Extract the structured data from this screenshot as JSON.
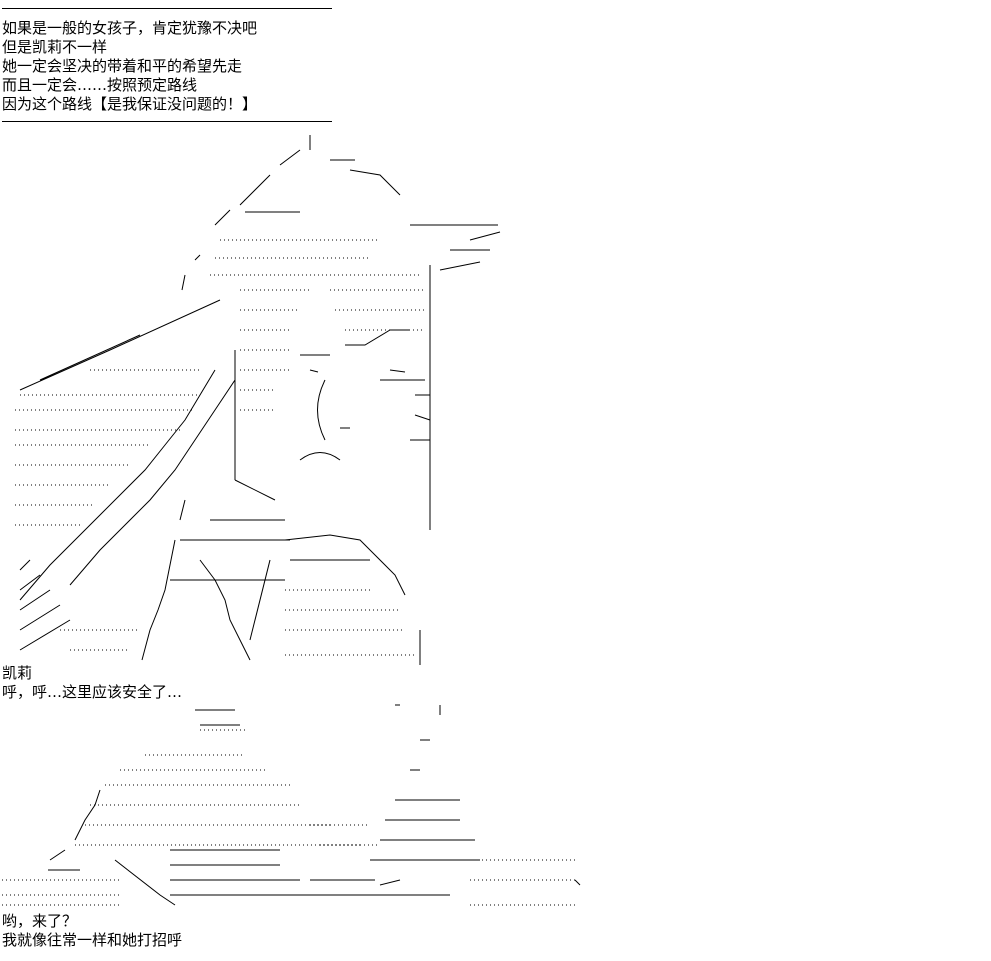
{
  "intro": {
    "lines": [
      "如果是一般的女孩子，肯定犹豫不决吧",
      "但是凯莉不一样",
      "她一定会坚决的带着和平的希望先走",
      "而且一定会……按照预定路线",
      "因为这个路线【是我保证没问题的！】"
    ]
  },
  "middle": {
    "speaker": "凯莉",
    "line": "呼，呼…这里应该安全了…"
  },
  "ending": {
    "lines": [
      "哟，来了？",
      "我就像往常一样和她打招呼"
    ]
  }
}
